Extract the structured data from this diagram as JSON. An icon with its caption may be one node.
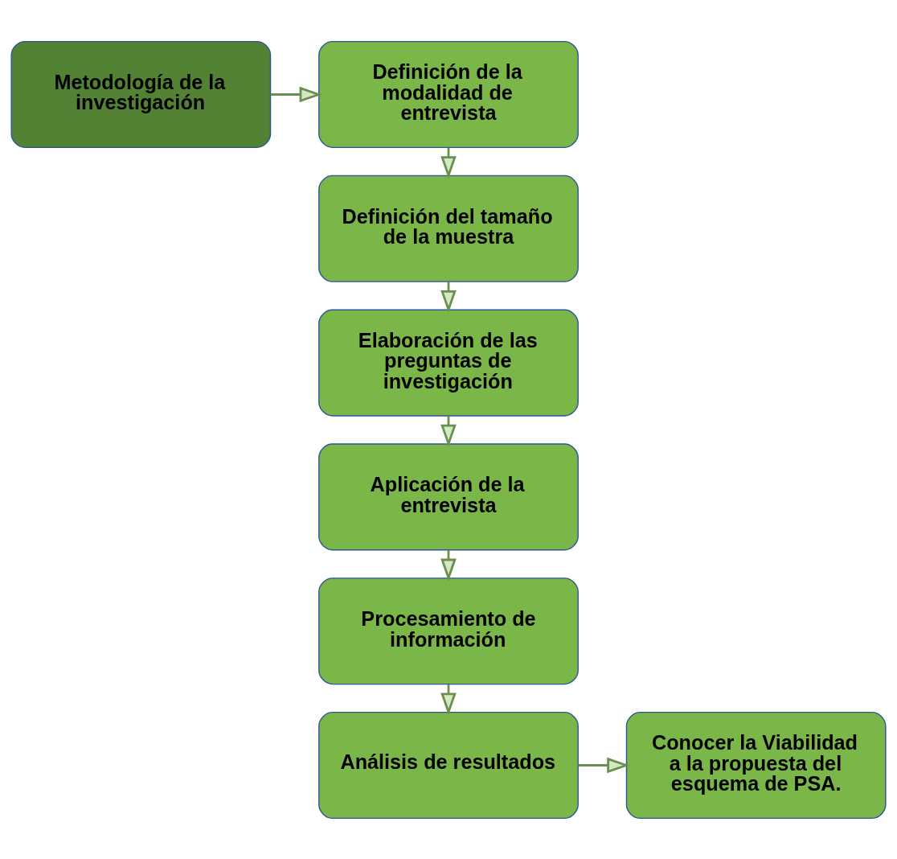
{
  "diagram": {
    "nodes": [
      {
        "text": [
          "Metodología de la investigación"
        ]
      },
      {
        "text": [
          "Definición de la modalidad de entrevista"
        ]
      },
      {
        "text": [
          "Definición del tamaño de la muestra"
        ]
      },
      {
        "text": [
          "Elaboración de las preguntas de investigación"
        ]
      },
      {
        "text": [
          "Aplicación de la entrevista"
        ]
      },
      {
        "text": [
          "Procesamiento de información"
        ]
      },
      {
        "text": [
          "Análisis de resultados"
        ]
      },
      {
        "text": [
          "Conocer la Viabilidad a la propuesta del esquema de PSA."
        ]
      }
    ],
    "edges": [
      {
        "from": 0,
        "to": 1,
        "arrow": "to"
      },
      {
        "from": 1,
        "to": 2,
        "arrow": "to"
      },
      {
        "from": 2,
        "to": 3,
        "arrow": "to"
      },
      {
        "from": 3,
        "to": 4,
        "arrow": "to"
      },
      {
        "from": 4,
        "to": 5,
        "arrow": "to"
      },
      {
        "from": 5,
        "to": 6,
        "arrow": "to"
      },
      {
        "from": 6,
        "to": 7,
        "arrow": "to"
      }
    ]
  }
}
